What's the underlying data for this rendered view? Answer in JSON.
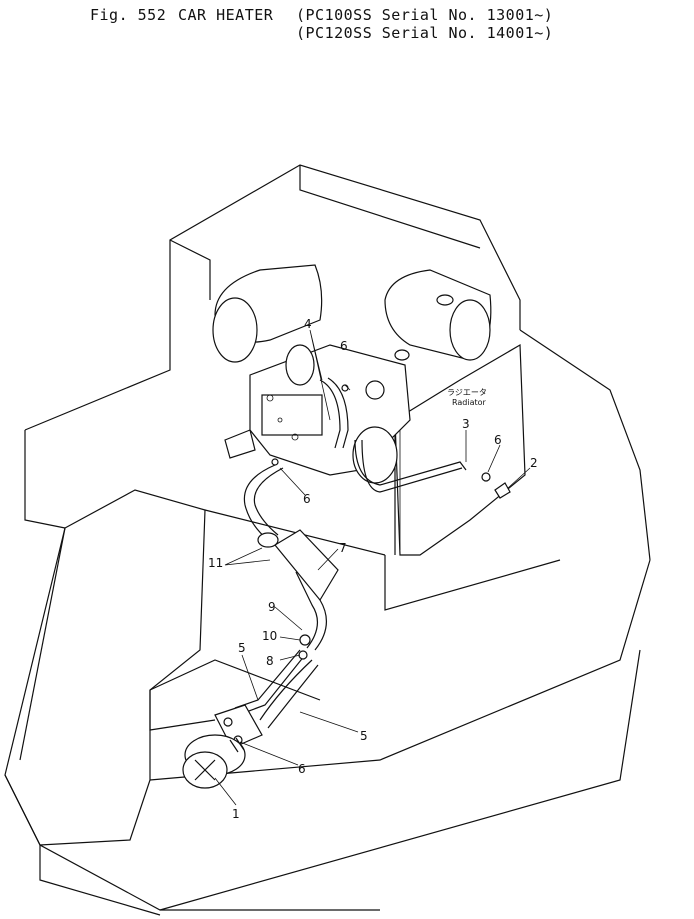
{
  "header": {
    "fig_label": "Fig. 552",
    "title": "CAR HEATER",
    "serial_1": "(PC100SS Serial No. 13001~)",
    "serial_2": "(PC120SS Serial No. 14001~)"
  },
  "radiator": {
    "jp_label": "ラジエータ",
    "en_label": "Radiator"
  },
  "callouts": {
    "c1": "1",
    "c2": "2",
    "c3": "3",
    "c4": "4",
    "c5a": "5",
    "c5b": "5",
    "c6a": "6",
    "c6b": "6",
    "c6c": "6",
    "c6d": "6",
    "c7": "7",
    "c8": "8",
    "c9": "9",
    "c10": "10",
    "c11": "11"
  }
}
